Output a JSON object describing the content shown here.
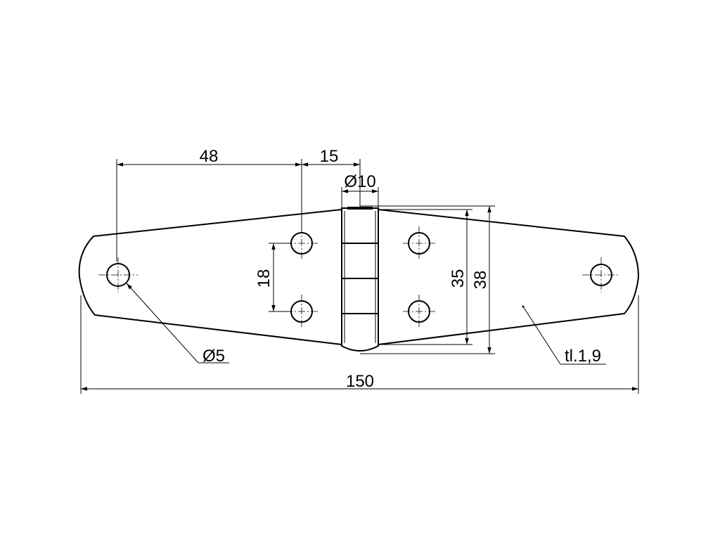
{
  "drawing": {
    "dimensions": {
      "hole_spacing_x": "48",
      "knuckle_offset": "15",
      "pin_diameter": "Ø10",
      "hole_spacing_y": "18",
      "inner_height": "35",
      "outer_height": "38",
      "hole_diameter": "Ø5",
      "thickness": "tl.1,9",
      "overall_length": "150"
    }
  }
}
